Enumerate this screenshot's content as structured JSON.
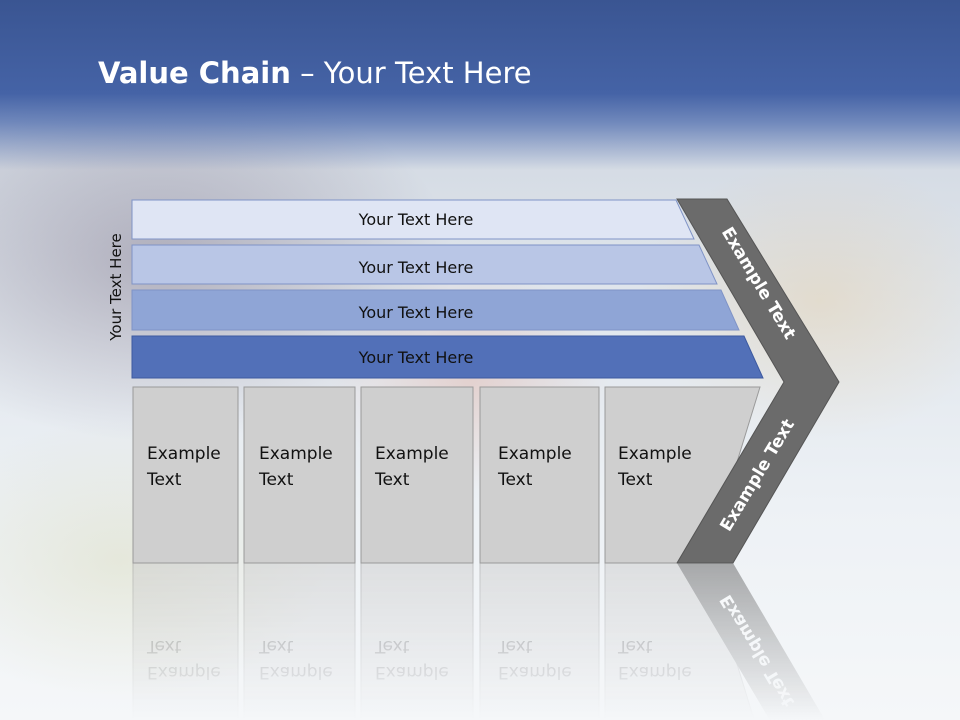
{
  "slide": {
    "title_bold": "Value Chain",
    "title_rest": " – Your Text Here",
    "vertical_label": "Your Text Here"
  },
  "bars": [
    {
      "label": "Your Text Here",
      "fill": "#dfe5f4"
    },
    {
      "label": "Your Text Here",
      "fill": "#b9c6e6"
    },
    {
      "label": "Your Text Here",
      "fill": "#8fa5d6"
    },
    {
      "label": "Your Text Here",
      "fill": "#5270b8"
    }
  ],
  "boxes": [
    {
      "line1": "Example",
      "line2": "Text"
    },
    {
      "line1": "Example",
      "line2": "Text"
    },
    {
      "line1": "Example",
      "line2": "Text"
    },
    {
      "line1": "Example",
      "line2": "Text"
    },
    {
      "line1": "Example",
      "line2": "Text"
    }
  ],
  "arrow": {
    "upper_label": "Example Text",
    "lower_label": "Example Text",
    "fill": "#6b6b6b"
  },
  "colors": {
    "header": "#4563a6",
    "box_fill": "#cfcfcf",
    "box_stroke": "#9a9a9a"
  }
}
